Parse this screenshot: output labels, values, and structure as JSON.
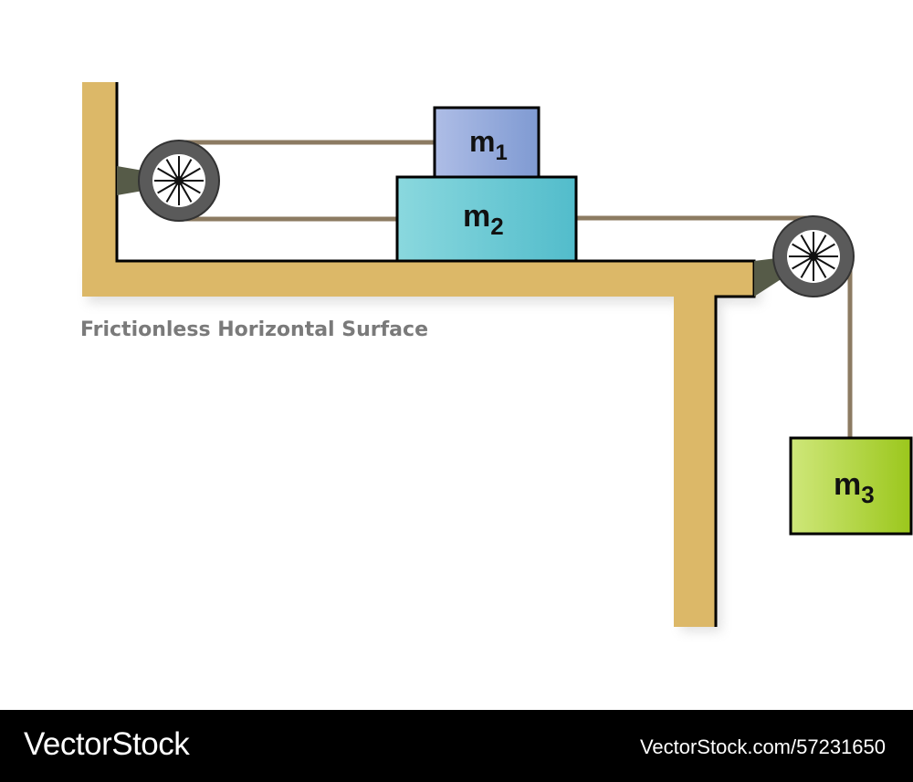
{
  "diagram": {
    "surface_label": "Frictionless Horizontal Surface",
    "masses": {
      "m1": {
        "base": "m",
        "sub": "1"
      },
      "m2": {
        "base": "m",
        "sub": "2"
      },
      "m3": {
        "base": "m",
        "sub": "3"
      }
    },
    "colors": {
      "support": "#dcb868",
      "rope": "#8c7b62",
      "pulley": "#555555",
      "mass1": "#8aa4d8",
      "mass2": "#5fc3cf",
      "mass3": "#a8d02a"
    }
  },
  "footer": {
    "brand": "VectorStock",
    "image_ref": "VectorStock.com/57231650"
  }
}
